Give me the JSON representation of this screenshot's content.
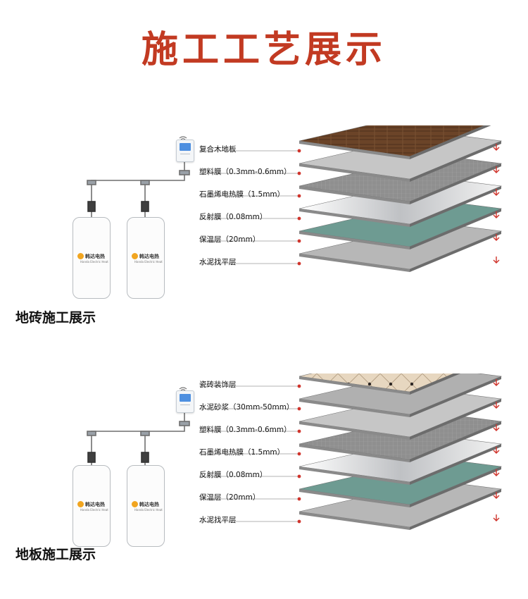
{
  "page_title": "施工工艺展示",
  "brand": {
    "name": "韩达电热",
    "sub": "Handa Electric Heat"
  },
  "sections": [
    {
      "caption": "地砖施工展示",
      "layers": [
        "复合木地板",
        "塑料膜（0.3mm-0.6mm）",
        "石墨烯电热膜（1.5mm）",
        "反射膜（0.08mm）",
        "保温层（20mm）",
        "水泥找平层"
      ]
    },
    {
      "caption": "地板施工展示",
      "layers": [
        "瓷砖装饰层",
        "水泥砂浆（30mm-50mm）",
        "塑料膜（0.3mm-0.6mm）",
        "石墨烯电热膜（1.5mm）",
        "反射膜（0.08mm）",
        "保温层（20mm）",
        "水泥找平层"
      ]
    }
  ],
  "colors": {
    "title": "#c23a22",
    "accent_dot": "#d0342c",
    "wood": "#6b4428",
    "tile": "#e7d7c0",
    "tile_border": "#2c2624",
    "mortar": "#b0b0b0",
    "plastic": "#c6c6c6",
    "graphene": "#8f8f8f",
    "reflective": "#dfe0e2",
    "insulation": "#cfd0d2",
    "leveling": "#6e9b92",
    "base": "#b7b7b7"
  },
  "icons": [
    "wifi-icon",
    "thermostat-icon",
    "down-arrow-icon",
    "brand-logo-icon"
  ]
}
